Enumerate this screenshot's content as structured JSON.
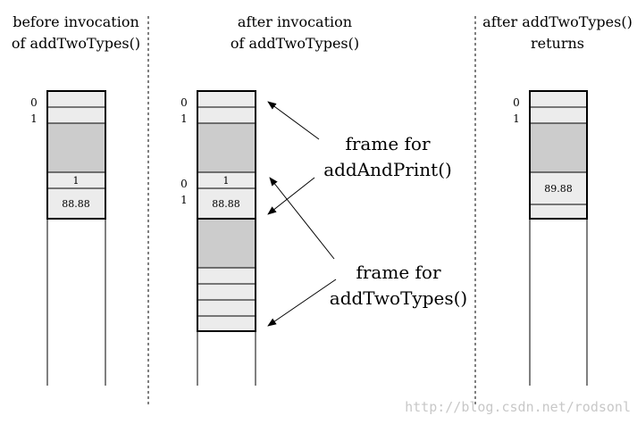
{
  "columns": {
    "before": {
      "title_line1": "before invocation",
      "title_line2": "of addTwoTypes()",
      "index_labels": [
        "0",
        "1"
      ],
      "cells": [
        "1",
        "88.88"
      ]
    },
    "after": {
      "title_line1": "after invocation",
      "title_line2": "of addTwoTypes()",
      "index_labels_top": [
        "0",
        "1"
      ],
      "index_labels_mid": [
        "0",
        "1"
      ],
      "cells": [
        "1",
        "88.88"
      ]
    },
    "returns": {
      "title_line1": "after addTwoTypes()",
      "title_line2": "returns",
      "index_labels": [
        "0",
        "1"
      ],
      "cells": [
        "89.88"
      ]
    }
  },
  "annotations": {
    "frame1_line1": "frame for",
    "frame1_line2": "addAndPrint()",
    "frame2_line1": "frame for",
    "frame2_line2": "addTwoTypes()"
  },
  "watermark": "http://blog.csdn.net/rodsonl",
  "colors": {
    "cell_light": "#ececec",
    "cell_gray": "#cccccc",
    "line": "#000000"
  }
}
